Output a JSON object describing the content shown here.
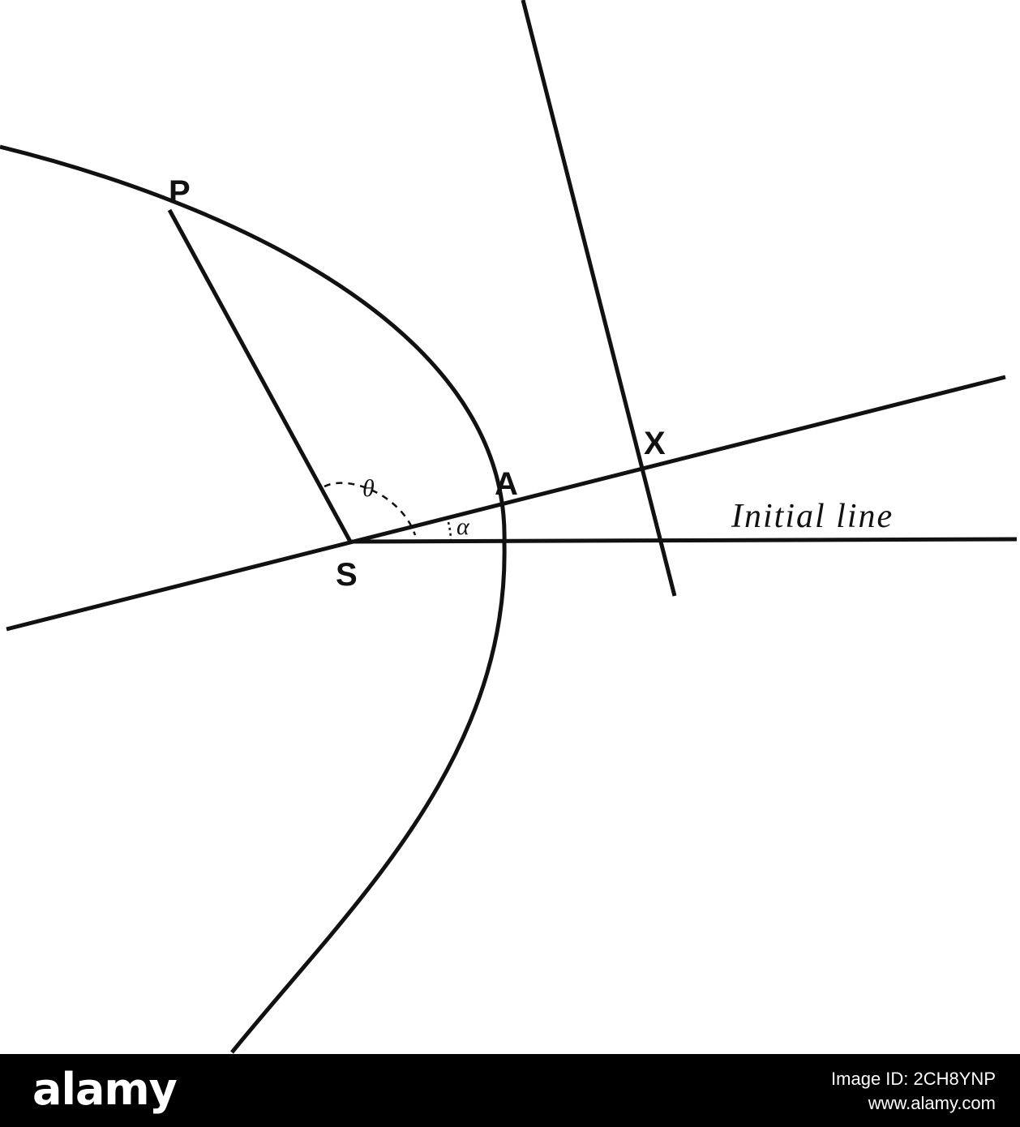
{
  "diagram": {
    "labels": {
      "P": "P",
      "S": "S",
      "A": "A",
      "X": "X",
      "theta": "θ",
      "alpha": "α",
      "initial_line": "Initial line"
    },
    "colors": {
      "ink": "#111111",
      "background": "#ffffff"
    }
  },
  "watermark": {
    "logo": "alamy",
    "image_id": "Image ID: 2CH8YNP",
    "site": "www.alamy.com",
    "colors": {
      "bar": "#000000",
      "text": "#ffffff"
    }
  }
}
